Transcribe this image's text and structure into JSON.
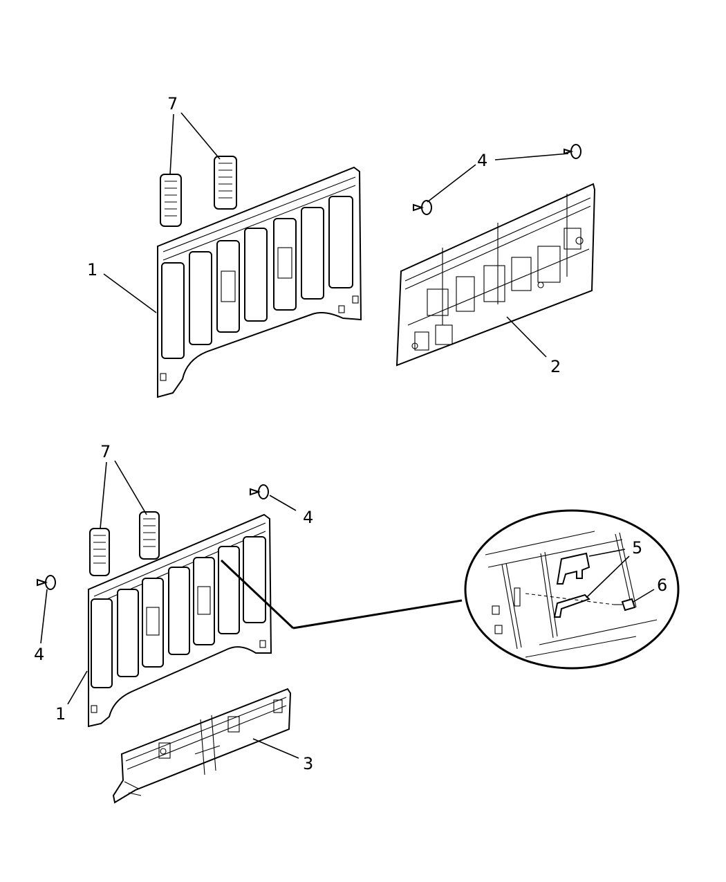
{
  "diagram": {
    "callouts": {
      "top_vents": "7",
      "top_panel": "1",
      "top_fastener": "4",
      "top_rear_panel": "2",
      "bottom_vents": "7",
      "bottom_fastener_right": "4",
      "bottom_fastener_left": "4",
      "bottom_panel": "1",
      "bottom_lower_panel": "3",
      "detail_bracket": "5",
      "detail_clip": "6"
    }
  }
}
